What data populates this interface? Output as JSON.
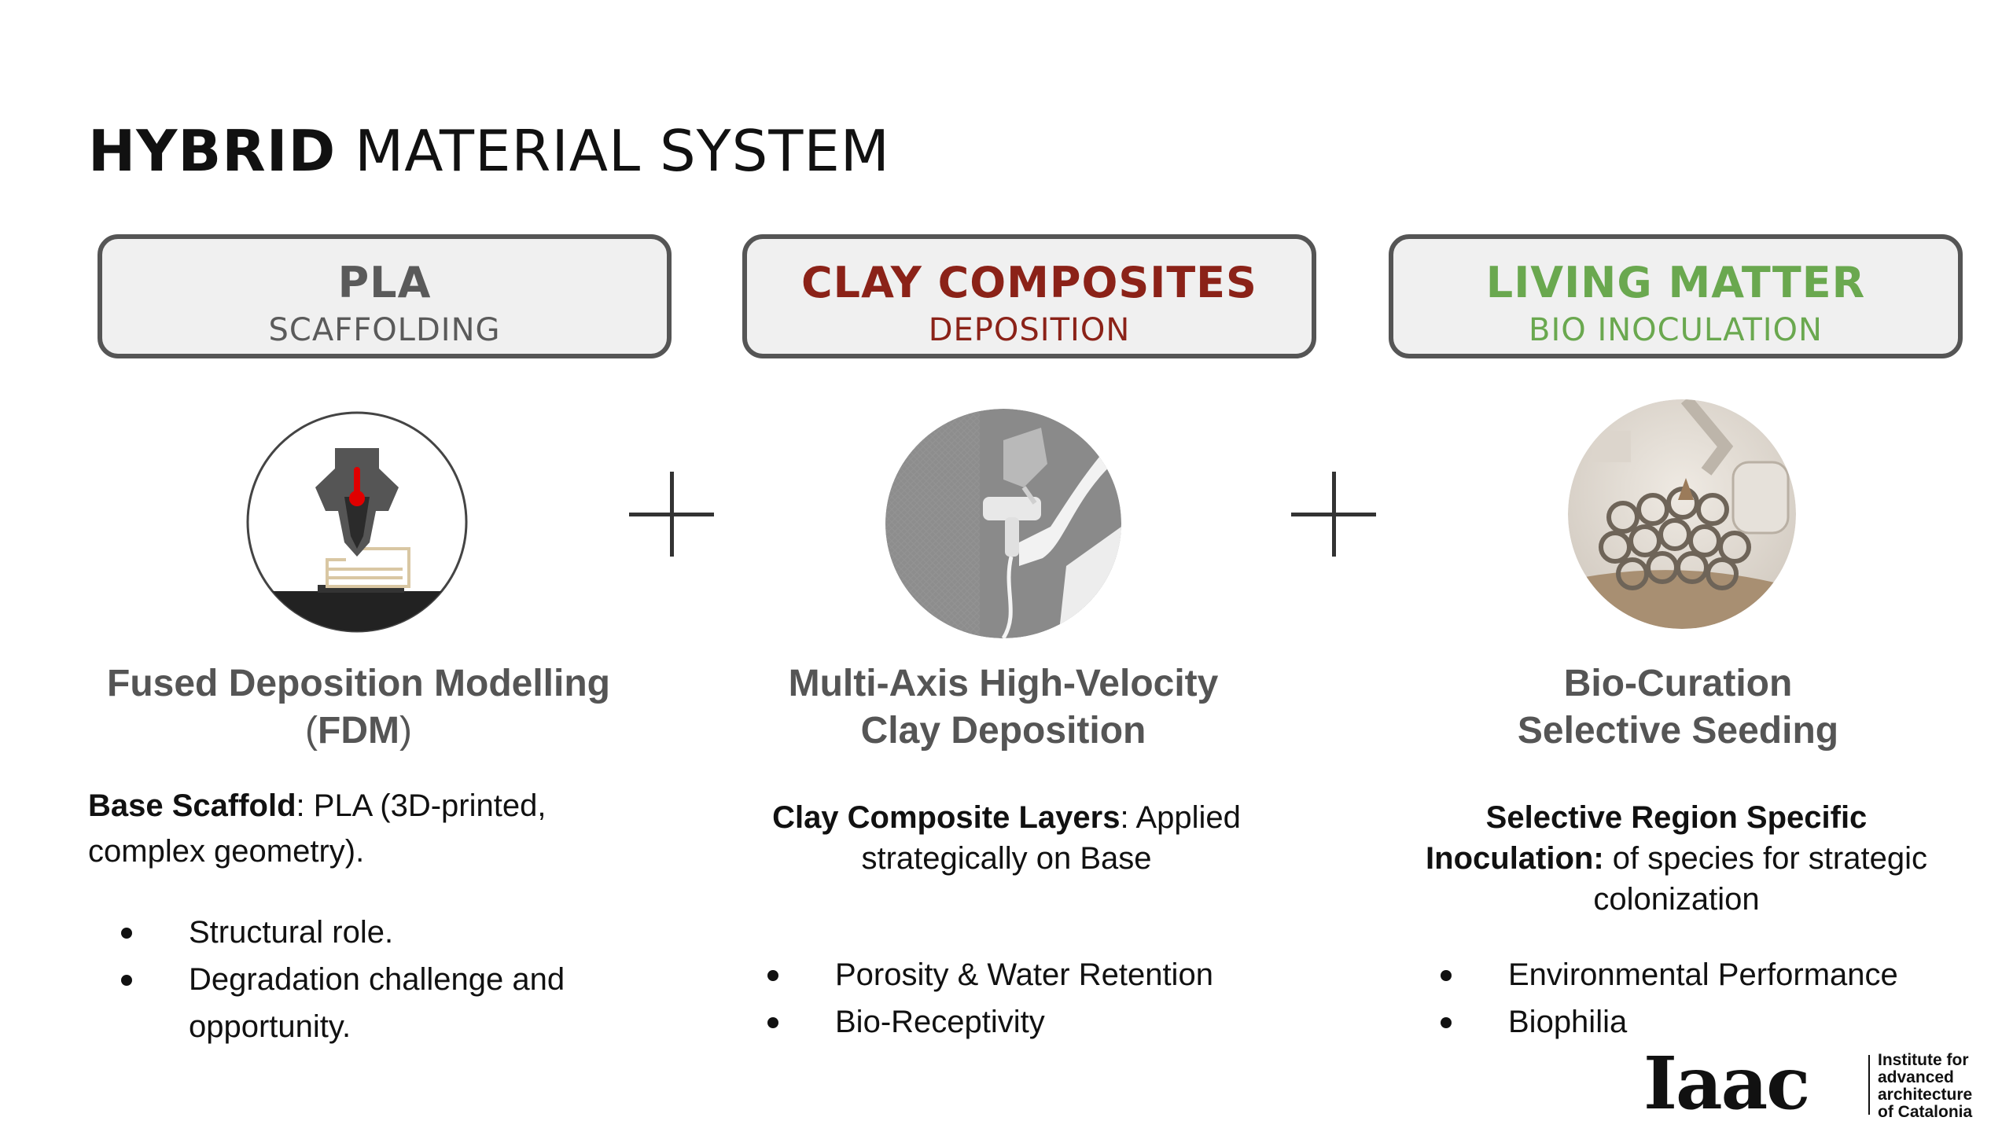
{
  "slide": {
    "title_bold": "HYBRID",
    "title_rest": "MATERIAL SYSTEM"
  },
  "columns": [
    {
      "category": "PLA",
      "subcategory": "SCAFFOLDING",
      "color": "#5a5a5a",
      "method_line1": "Fused Deposition Modelling",
      "method_line2_open": "(",
      "method_line2_bold": "FDM",
      "method_line2_close": ")",
      "desc_bold": "Base Scaffold",
      "desc_rest": ": PLA (3D-printed, complex geometry).",
      "bullets": [
        "Structural role.",
        "Degradation challenge and opportunity."
      ]
    },
    {
      "category": "CLAY COMPOSITES",
      "subcategory": "DEPOSITION",
      "color": "#8b2218",
      "method_line1": "Multi-Axis High-Velocity",
      "method_line2": "Clay Deposition",
      "desc_bold": "Clay Composite Layers",
      "desc_rest": ": Applied strategically on Base",
      "bullets": [
        "Porosity & Water Retention",
        "Bio-Receptivity"
      ]
    },
    {
      "category": "LIVING MATTER",
      "subcategory": "BIO INOCULATION",
      "color": "#6aa84f",
      "method_line1": "Bio-Curation",
      "method_line2": "Selective Seeding",
      "desc_bold": "Selective Region Specific Inoculation:",
      "desc_rest": " of species for strategic colonization",
      "bullets": [
        "Environmental Performance",
        "Biophilia"
      ]
    }
  ],
  "icons": {
    "fdm": "fdm-printer-nozzle-icon",
    "spray": "clay-spray-robot-icon",
    "bio": "bio-lattice-robot-icon",
    "plus": "plus-icon"
  },
  "logo": {
    "mark": "Iaac",
    "text_lines": [
      "Institute for",
      "advanced",
      "architecture",
      "of Catalonia"
    ]
  }
}
